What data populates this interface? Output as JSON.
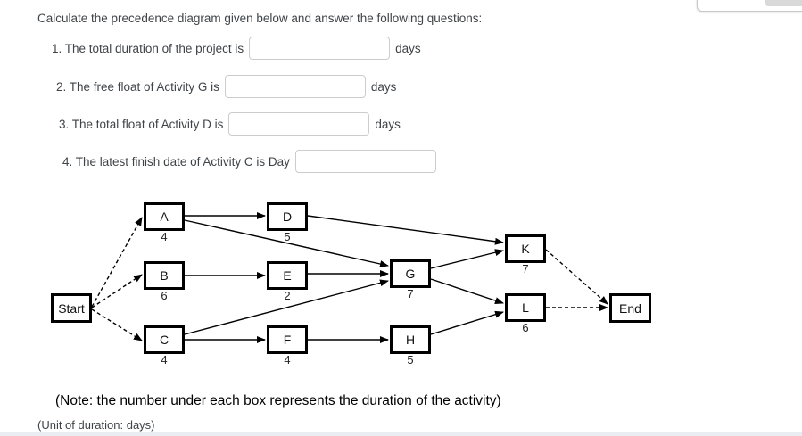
{
  "prompt": "Calculate the precedence diagram given below and answer the following questions:",
  "questions": [
    {
      "label": "1. The total duration of the project is",
      "value": "",
      "suffix": "days"
    },
    {
      "label": "2. The free float of Activity G is",
      "value": "",
      "suffix": "days"
    },
    {
      "label": "3. The total float of Activity D is",
      "value": "",
      "suffix": "days"
    },
    {
      "label": "4. The latest finish date of Activity C is Day",
      "value": "",
      "suffix": ""
    }
  ],
  "diagram": {
    "nodes": [
      {
        "id": "Start",
        "label": "Start",
        "duration": ""
      },
      {
        "id": "A",
        "label": "A",
        "duration": "4"
      },
      {
        "id": "B",
        "label": "B",
        "duration": "6"
      },
      {
        "id": "C",
        "label": "C",
        "duration": "4"
      },
      {
        "id": "D",
        "label": "D",
        "duration": "5"
      },
      {
        "id": "E",
        "label": "E",
        "duration": "2"
      },
      {
        "id": "F",
        "label": "F",
        "duration": "4"
      },
      {
        "id": "G",
        "label": "G",
        "duration": "7"
      },
      {
        "id": "H",
        "label": "H",
        "duration": "5"
      },
      {
        "id": "K",
        "label": "K",
        "duration": "7"
      },
      {
        "id": "L",
        "label": "L",
        "duration": "6"
      },
      {
        "id": "End",
        "label": "End",
        "duration": ""
      }
    ],
    "edges": [
      {
        "from": "Start",
        "to": "A",
        "style": "dashed"
      },
      {
        "from": "Start",
        "to": "B",
        "style": "dashed"
      },
      {
        "from": "Start",
        "to": "C",
        "style": "dashed"
      },
      {
        "from": "A",
        "to": "D",
        "style": "solid"
      },
      {
        "from": "A",
        "to": "G",
        "style": "solid"
      },
      {
        "from": "B",
        "to": "E",
        "style": "solid"
      },
      {
        "from": "C",
        "to": "F",
        "style": "solid"
      },
      {
        "from": "C",
        "to": "G",
        "style": "solid"
      },
      {
        "from": "D",
        "to": "K",
        "style": "solid"
      },
      {
        "from": "E",
        "to": "G",
        "style": "solid"
      },
      {
        "from": "F",
        "to": "H",
        "style": "solid"
      },
      {
        "from": "G",
        "to": "K",
        "style": "solid"
      },
      {
        "from": "G",
        "to": "L",
        "style": "solid"
      },
      {
        "from": "H",
        "to": "L",
        "style": "solid"
      },
      {
        "from": "K",
        "to": "End",
        "style": "dashed"
      },
      {
        "from": "L",
        "to": "End",
        "style": "dashed"
      }
    ],
    "note": "(Note: the number under each box represents the duration of the activity)",
    "unit": "(Unit of duration: days)"
  }
}
